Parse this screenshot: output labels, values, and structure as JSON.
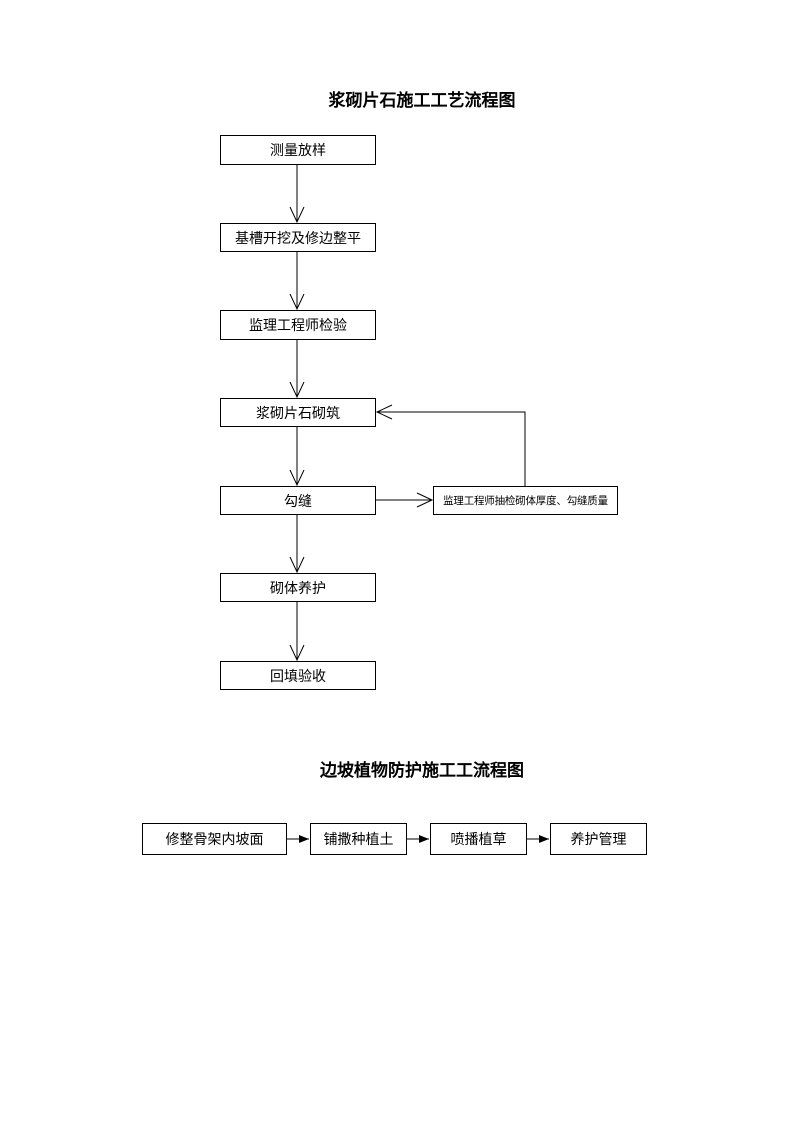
{
  "flowchart1": {
    "title": "浆砌片石施工工艺流程图",
    "steps": [
      "测量放样",
      "基槽开挖及修边整平",
      "监理工程师检验",
      "浆砌片石砌筑",
      "勾缝",
      "砌体养护",
      "回填验收"
    ],
    "side_check": "监理工程师抽检砌体厚度、勾缝质量"
  },
  "flowchart2": {
    "title": "边坡植物防护施工工流程图",
    "steps": [
      "修整骨架内坡面",
      "铺撒种植土",
      "喷播植草",
      "养护管理"
    ]
  }
}
